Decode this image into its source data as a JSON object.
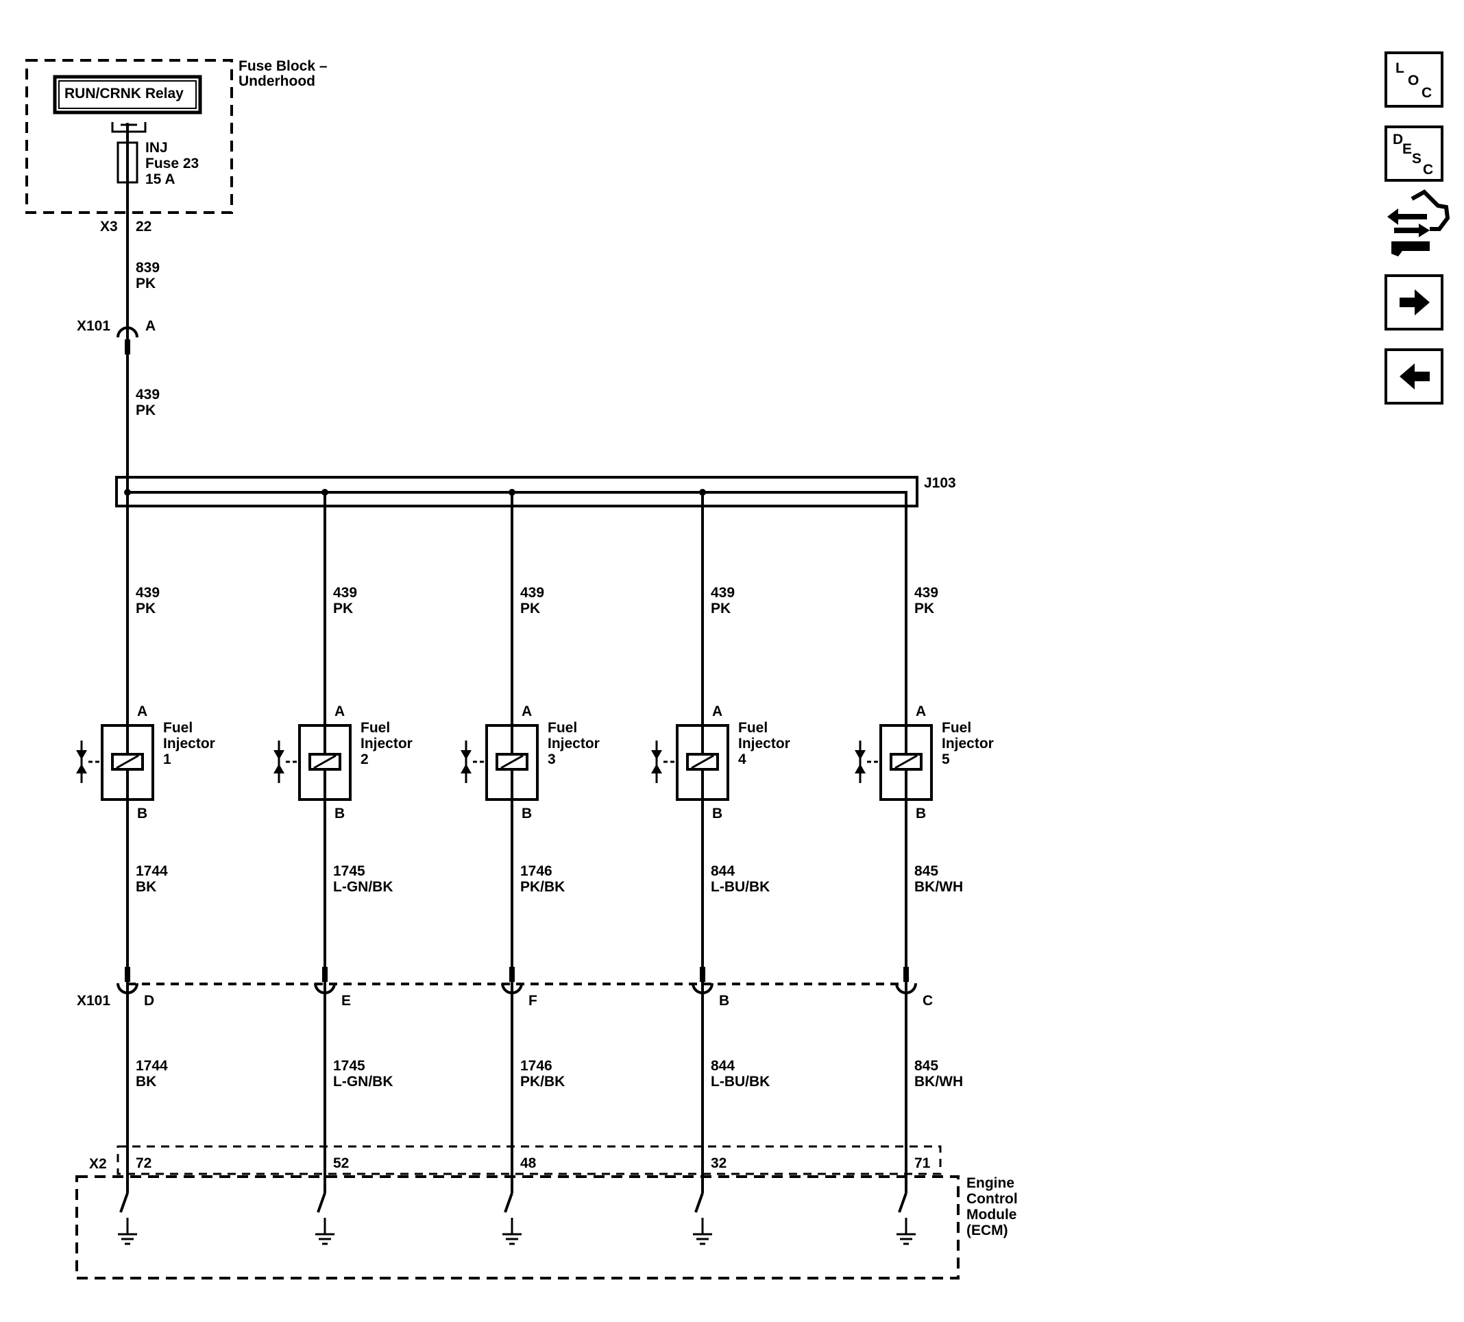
{
  "fuse_block": {
    "title_line1": "Fuse Block –",
    "title_line2": "Underhood",
    "relay_label": "RUN/CRNK Relay",
    "fuse_line1": "INJ",
    "fuse_line2": "Fuse 23",
    "fuse_line3": "15 A",
    "connector": "X3",
    "pin": "22"
  },
  "feed_wire": {
    "circuit": "839",
    "color": "PK"
  },
  "x101_top": {
    "connector": "X101",
    "pin": "A"
  },
  "feed_wire2": {
    "circuit": "439",
    "color": "PK"
  },
  "splice": {
    "label": "J103"
  },
  "injectors": [
    {
      "circuit_top": "439",
      "color_top": "PK",
      "pin_a": "A",
      "pin_b": "B",
      "name1": "Fuel",
      "name2": "Injector",
      "number": "1",
      "circuit_bottom": "1744",
      "color_bottom": "BK",
      "x101_pin": "D",
      "x2_pin": "72"
    },
    {
      "circuit_top": "439",
      "color_top": "PK",
      "pin_a": "A",
      "pin_b": "B",
      "name1": "Fuel",
      "name2": "Injector",
      "number": "2",
      "circuit_bottom": "1745",
      "color_bottom": "L-GN/BK",
      "x101_pin": "E",
      "x2_pin": "52"
    },
    {
      "circuit_top": "439",
      "color_top": "PK",
      "pin_a": "A",
      "pin_b": "B",
      "name1": "Fuel",
      "name2": "Injector",
      "number": "3",
      "circuit_bottom": "1746",
      "color_bottom": "PK/BK",
      "x101_pin": "F",
      "x2_pin": "48"
    },
    {
      "circuit_top": "439",
      "color_top": "PK",
      "pin_a": "A",
      "pin_b": "B",
      "name1": "Fuel",
      "name2": "Injector",
      "number": "4",
      "circuit_bottom": "844",
      "color_bottom": "L-BU/BK",
      "x101_pin": "B",
      "x2_pin": "32"
    },
    {
      "circuit_top": "439",
      "color_top": "PK",
      "pin_a": "A",
      "pin_b": "B",
      "name1": "Fuel",
      "name2": "Injector",
      "number": "5",
      "circuit_bottom": "845",
      "color_bottom": "BK/WH",
      "x101_pin": "C",
      "x2_pin": "71"
    }
  ],
  "x101_bottom": {
    "connector": "X101"
  },
  "ecm": {
    "connector": "X2",
    "line1": "Engine",
    "line2": "Control",
    "line3": "Module",
    "line4": "(ECM)"
  },
  "nav": {
    "loc_letters": [
      "L",
      "O",
      "C"
    ],
    "desc_letters": [
      "D",
      "E",
      "S",
      "C"
    ],
    "icons": [
      "loc-icon",
      "desc-icon",
      "connector-view-icon",
      "next-arrow-icon",
      "prev-arrow-icon"
    ]
  }
}
